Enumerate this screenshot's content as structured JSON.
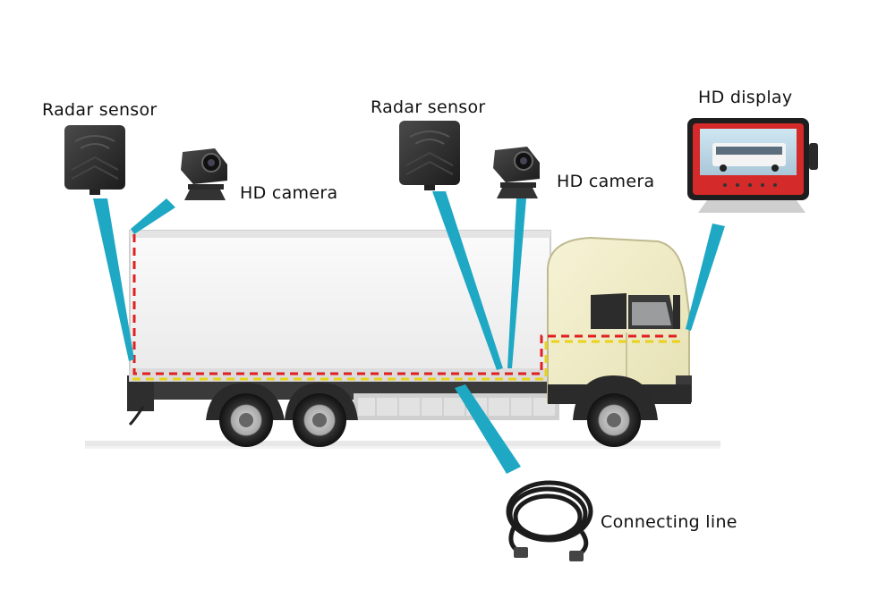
{
  "labels": {
    "radar_sensor_left": "Radar sensor",
    "radar_sensor_right": "Radar sensor",
    "hd_camera_left": "HD camera",
    "hd_camera_right": "HD camera",
    "hd_display": "HD display",
    "connecting_line": "Connecting line"
  },
  "colors": {
    "beam": "#1fa8c4",
    "wire_red": "#e02020",
    "wire_yellow": "#e8d21c",
    "cab": "#f0ecc6",
    "cargo_box": "#f4f4f4",
    "display_frame": "#d42a2a",
    "device": "#2b2b2b"
  },
  "icons": {
    "radar": "radar-sensor-icon",
    "camera": "hd-camera-icon",
    "display": "hd-display-icon",
    "cable": "connecting-cable-icon",
    "truck": "box-truck-image"
  }
}
